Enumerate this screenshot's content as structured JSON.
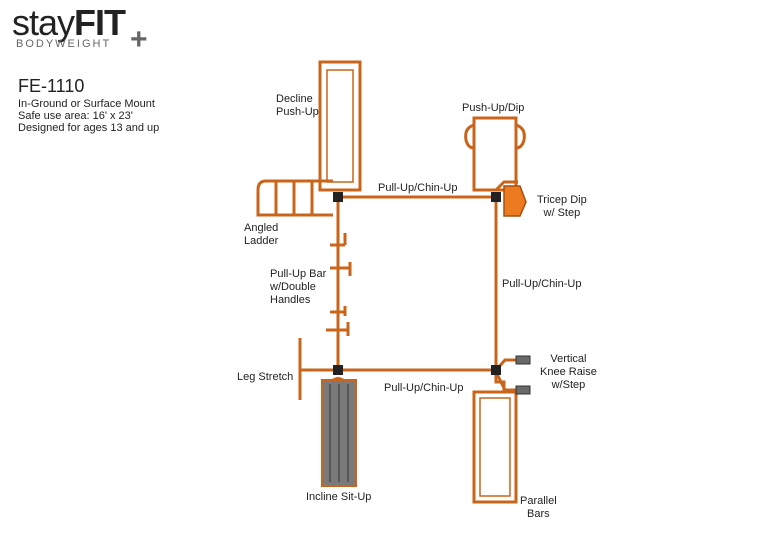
{
  "brand": {
    "name_part1": "stay",
    "name_part2": "FIT",
    "tagline": "BODYWEIGHT",
    "plus": "+"
  },
  "product": {
    "model": "FE-1110",
    "lines": [
      "In-Ground or Surface Mount",
      "Safe use area: 16' x 23'",
      "Designed for ages 13 and up"
    ]
  },
  "labels": {
    "decline_pushup": [
      "Decline",
      "Push-Up"
    ],
    "pushup_dip": "Push-Up/Dip",
    "pullup_top": "Pull-Up/Chin-Up",
    "tricep_dip": [
      "Tricep Dip",
      "w/ Step"
    ],
    "angled_ladder": [
      "Angled",
      "Ladder"
    ],
    "pullup_bar": [
      "Pull-Up Bar",
      "w/Double",
      "Handles"
    ],
    "pullup_right": "Pull-Up/Chin-Up",
    "vertical_knee": [
      "Vertical",
      "Knee Raise",
      "w/Step"
    ],
    "leg_stretch": "Leg Stretch",
    "pullup_bottom": "Pull-Up/Chin-Up",
    "incline_situp": "Incline Sit-Up",
    "parallel_bars": [
      "Parallel",
      "Bars"
    ]
  },
  "colors": {
    "frame": "#c8651a",
    "frame_inner": "#f4d5b8",
    "post": "#222222",
    "step": "#ec7a1e",
    "bench": "#7a7a7a",
    "bench_line": "#4a4a4a"
  }
}
